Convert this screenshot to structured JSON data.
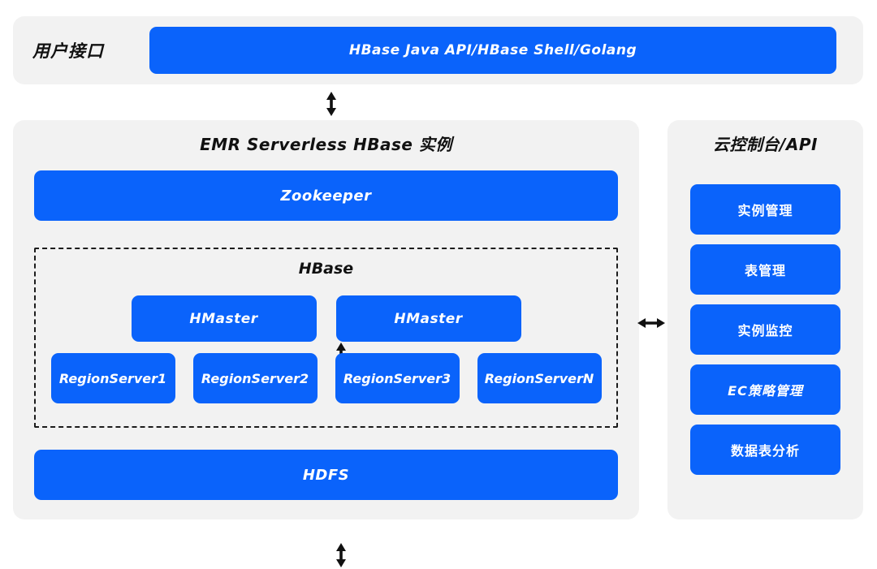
{
  "theme": {
    "accent_blue": "#0A63FB",
    "panel_bg": "#F2F2F2",
    "page_bg": "#FFFFFF",
    "text_dark": "#111111",
    "text_on_blue": "#FFFFFF",
    "dashed_border": "#1C1C1C"
  },
  "user_interface": {
    "label": "用户接口",
    "api_bar": "HBase Java API/HBase Shell/Golang"
  },
  "instance": {
    "title": "EMR Serverless HBase 实例",
    "zookeeper": "Zookeeper",
    "hbase": {
      "title": "HBase",
      "masters": [
        {
          "label": "HMaster"
        },
        {
          "label": "HMaster"
        }
      ],
      "region_servers": [
        {
          "label": "RegionServer1"
        },
        {
          "label": "RegionServer2"
        },
        {
          "label": "RegionServer3"
        },
        {
          "label": "RegionServerN"
        }
      ]
    },
    "hdfs": "HDFS"
  },
  "console": {
    "title": "云控制台/API",
    "items": [
      {
        "label": "实例管理",
        "italic": false
      },
      {
        "label": "表管理",
        "italic": false
      },
      {
        "label": "实例监控",
        "italic": false
      },
      {
        "label": "EC策略管理",
        "italic": true
      },
      {
        "label": "数据表分析",
        "italic": false
      }
    ]
  },
  "connectors": [
    {
      "name": "ui-to-instance",
      "direction": "vertical",
      "heads": "both"
    },
    {
      "name": "zookeeper-to-hbase",
      "direction": "vertical",
      "heads": "both"
    },
    {
      "name": "hbase-to-hdfs",
      "direction": "vertical",
      "heads": "both"
    },
    {
      "name": "instance-to-console",
      "direction": "horizontal",
      "heads": "both"
    }
  ]
}
